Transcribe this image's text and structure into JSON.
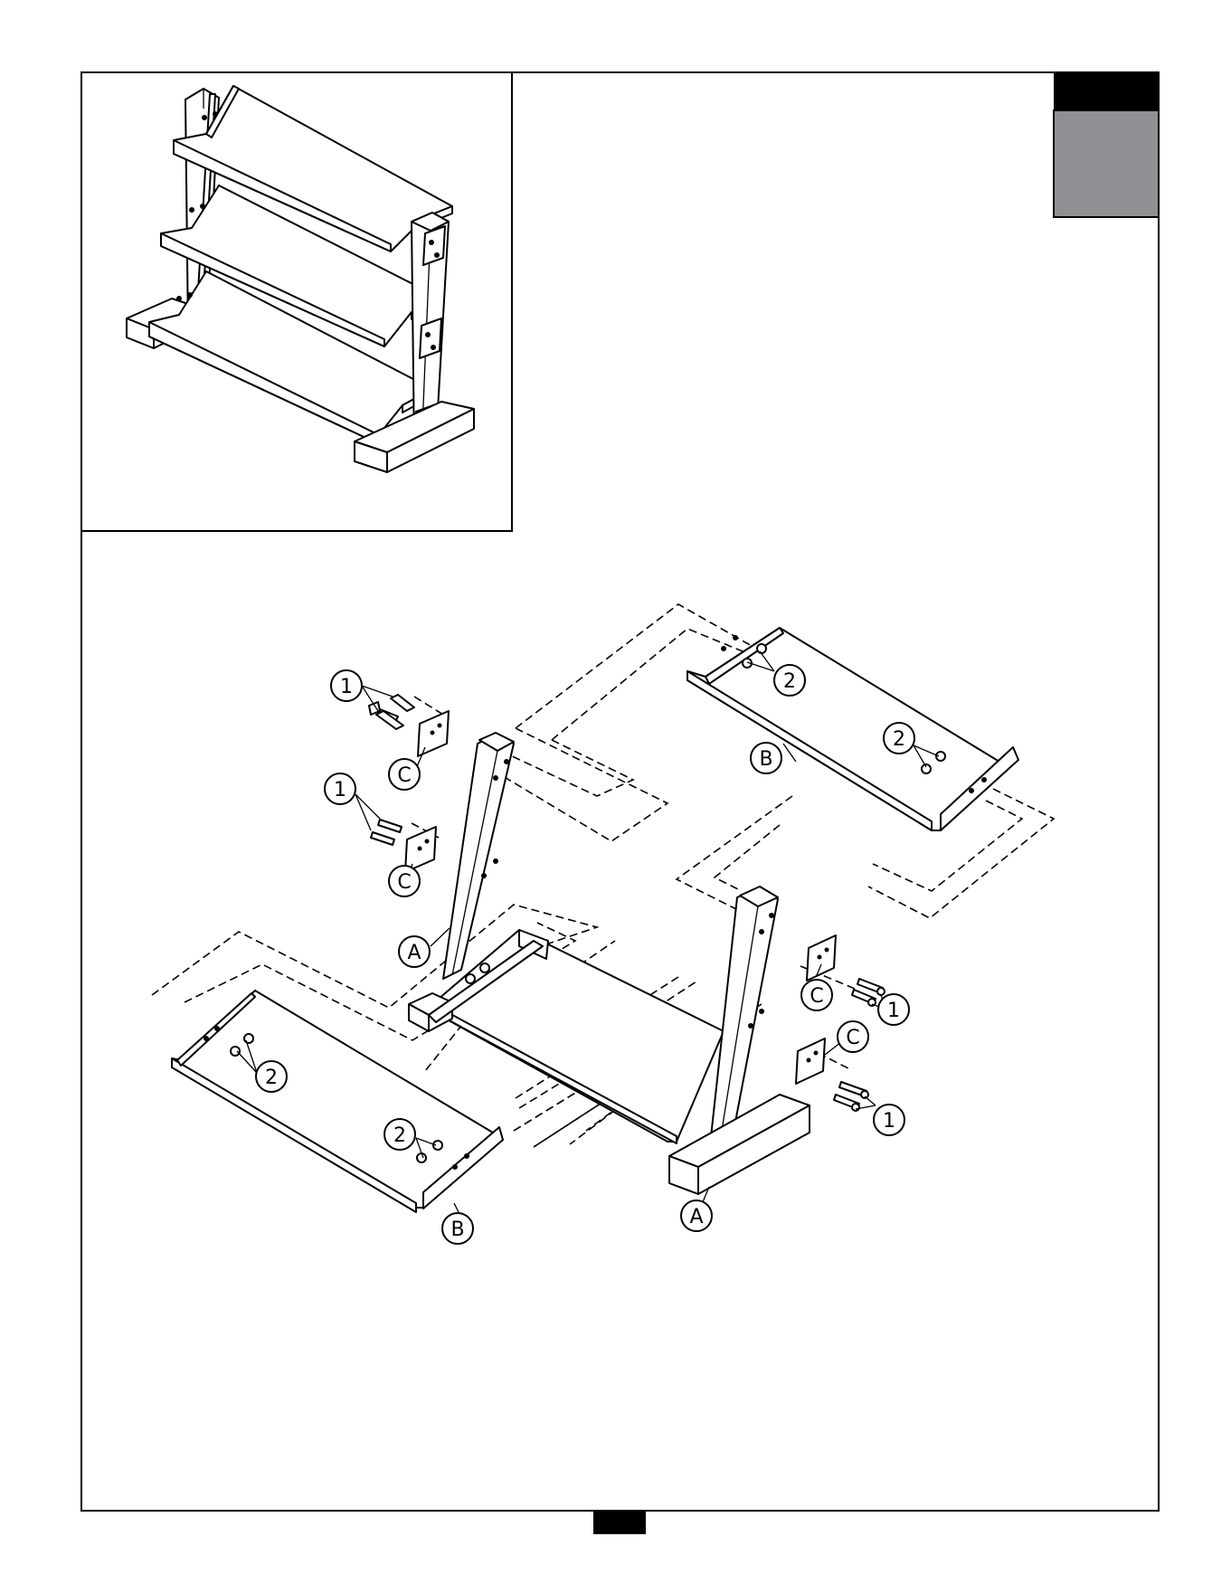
{
  "callouts": {
    "bolt": "1",
    "nut": "2",
    "upright": "A",
    "shelf": "B",
    "plate": "C"
  },
  "colors": {
    "tab_black": "#000000",
    "tab_grey": "#8f9093",
    "page_number_bar": "#000000"
  }
}
